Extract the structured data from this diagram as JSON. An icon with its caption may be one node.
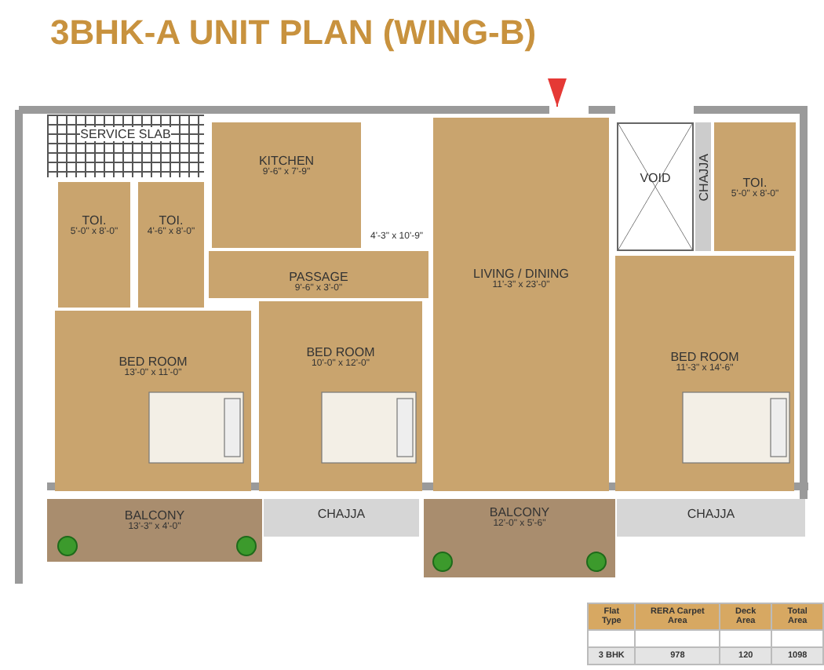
{
  "diagram": {
    "title": "3BHK-A UNIT PLAN (WING-B)",
    "nodes": [
      {
        "text": [
          "SERVICE SLAB"
        ]
      },
      {
        "text": [
          "TOI.",
          "5'-0\" x 8'-0\""
        ]
      },
      {
        "text": [
          "TOI.",
          "4'-6\" x 8'-0\""
        ]
      },
      {
        "text": [
          "KITCHEN",
          "9'-6\" x 7'-9\""
        ]
      },
      {
        "text": [
          "PASSAGE",
          "9'-6\" x 3'-0\""
        ]
      },
      {
        "text": [
          "BED ROOM",
          "13'-0\" x 11'-0\""
        ]
      },
      {
        "text": [
          "BED ROOM",
          "10'-0\" x 12'-0\""
        ]
      },
      {
        "text": [
          "LIVING / DINING",
          "11'-3\" x 23'-0\""
        ]
      },
      {
        "text": [
          "VOID"
        ]
      },
      {
        "text": [
          "CHAJJA"
        ]
      },
      {
        "text": [
          "TOI.",
          "5'-0\" x 8'-0\""
        ]
      },
      {
        "text": [
          "BED ROOM",
          "11'-3\" x 14'-6\""
        ]
      },
      {
        "text": [
          "BALCONY",
          "13'-3\" x 4'-0\""
        ]
      },
      {
        "text": [
          "CHAJJA"
        ]
      },
      {
        "text": [
          "BALCONY",
          "12'-0\" x 5'-6\""
        ]
      },
      {
        "text": [
          "CHAJJA"
        ]
      }
    ],
    "edges": [
      {
        "from": null,
        "to": 7,
        "arrow": "to"
      }
    ],
    "labels": [
      "4'-3\" x 10'-9\"",
      "Flat Type",
      "RERA Carpet Area",
      "Deck Area",
      "Total Area",
      "3 BHK",
      "978",
      "120",
      "1098"
    ]
  }
}
